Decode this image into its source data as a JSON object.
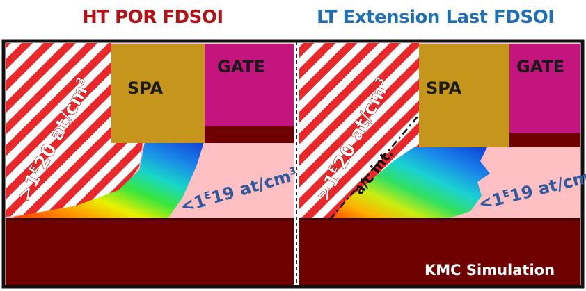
{
  "titles": {
    "left": "HT POR FDSOI",
    "right": "LT Extension Last FDSOI"
  },
  "labels": {
    "spacer": "SPA",
    "gate": "GATE",
    "high_conc_prefix": ">1",
    "high_conc_exp": "E",
    "high_conc_suffix": "20 at/cm",
    "low_conc_prefix": "<1",
    "low_conc_exp": "E",
    "low_conc_suffix": "19 at/cm",
    "cube": "3",
    "interface": "a/c int.",
    "footnote": "KMC Simulation"
  },
  "colors": {
    "title_left": "#b01317",
    "title_right": "#1f6fb4",
    "substrate": "#6e0000",
    "silicon_pink": "#ffc0c4",
    "spacer_fill": "#c5961b",
    "gate_fill": "#c4157f",
    "hatch_red": "#e8282a",
    "label_blue": "#2d5a9c"
  }
}
